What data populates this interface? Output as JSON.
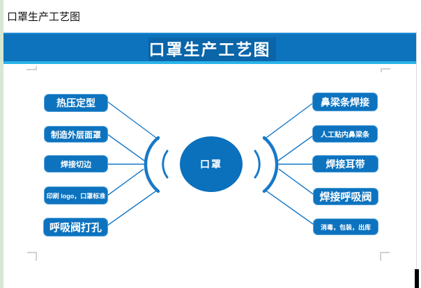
{
  "window": {
    "tab_title": "口罩生产工艺图"
  },
  "banner": {
    "title": "口罩生产工艺图"
  },
  "diagram": {
    "center_label": "口罩",
    "left_steps": [
      {
        "label": "热压定型"
      },
      {
        "label": "制造外层面罩"
      },
      {
        "label": "焊接切边"
      },
      {
        "label": "印刷 logo，口罩标准"
      },
      {
        "label": "呼吸阀打孔"
      }
    ],
    "right_steps": [
      {
        "label": "鼻梁条焊接"
      },
      {
        "label": "人工贴内鼻梁条"
      },
      {
        "label": "焊接耳带"
      },
      {
        "label": "焊接呼吸阀"
      },
      {
        "label": "消毒，包装，出库"
      }
    ]
  },
  "colors": {
    "banner_blue": "#0d73bd",
    "banner_dark_blue": "#0a65a9",
    "accent_cyan": "#2ab3e8",
    "node_blue": "#0d73bf",
    "connector_blue": "#1779c8",
    "sidebar_green": "#d6e8d2"
  }
}
